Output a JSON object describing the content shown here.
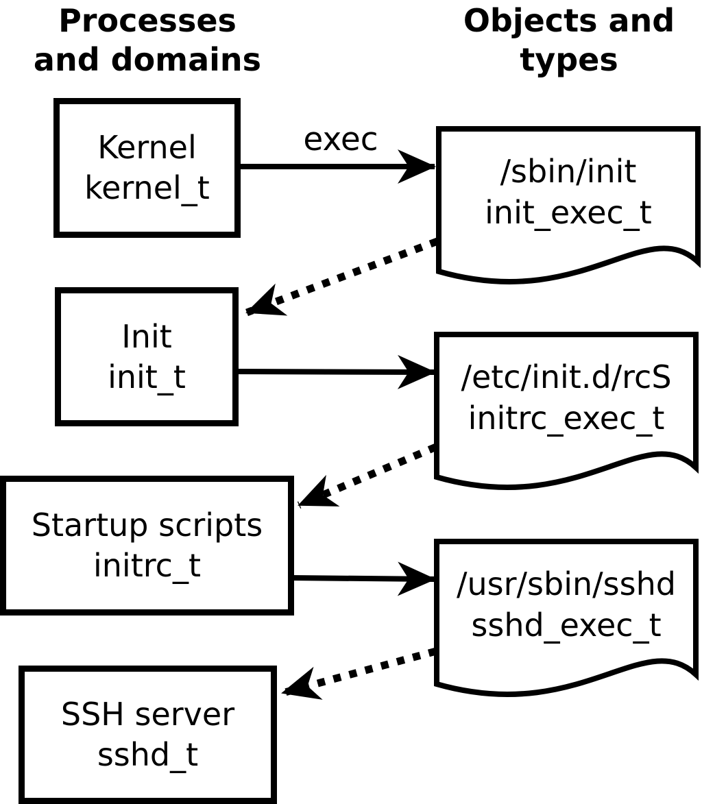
{
  "headers": {
    "processes": {
      "line1": "Processes",
      "line2": "and domains"
    },
    "objects": {
      "line1": "Objects and",
      "line2": "types"
    }
  },
  "process_boxes": [
    {
      "label": "Kernel",
      "domain": "kernel_t"
    },
    {
      "label": "Init",
      "domain": "init_t"
    },
    {
      "label": "Startup scripts",
      "domain": "initrc_t"
    },
    {
      "label": "SSH server",
      "domain": "sshd_t"
    }
  ],
  "object_files": [
    {
      "path": "/sbin/init",
      "type": "init_exec_t"
    },
    {
      "path": "/etc/init.d/rcS",
      "type": "initrc_exec_t"
    },
    {
      "path": "/usr/sbin/sshd",
      "type": "sshd_exec_t"
    }
  ],
  "labels": {
    "exec": "exec"
  },
  "edges": [
    {
      "from": "kernel_t",
      "to": "init_exec_t",
      "style": "solid",
      "label": "exec"
    },
    {
      "from": "init_exec_t",
      "to": "init_t",
      "style": "dotted",
      "label": ""
    },
    {
      "from": "init_t",
      "to": "initrc_exec_t",
      "style": "solid",
      "label": ""
    },
    {
      "from": "initrc_exec_t",
      "to": "initrc_t",
      "style": "dotted",
      "label": ""
    },
    {
      "from": "initrc_t",
      "to": "sshd_exec_t",
      "style": "solid",
      "label": ""
    },
    {
      "from": "sshd_exec_t",
      "to": "sshd_t",
      "style": "dotted",
      "label": ""
    }
  ],
  "colors": {
    "ink": "#000000",
    "paper": "#ffffff"
  }
}
